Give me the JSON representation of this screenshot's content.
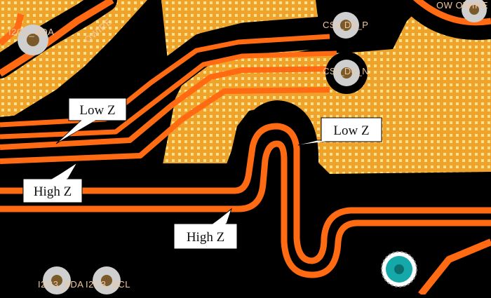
{
  "colors": {
    "copper_pour": "#f0a32a",
    "copper_trace": "#ff6a12",
    "substrate": "#000000",
    "pad_ring": "#cfcfcf",
    "pad_center": "#7a5a2a",
    "via_fill": "#15a8a8",
    "silkscreen": "#f2c79a",
    "callout_fill": "#ffffff"
  },
  "silkscreen": {
    "owire": "OWIRE",
    "i2c1_sda": "I2C1_SDA",
    "csi_d0_p": "CSI_D0_P",
    "csi_d0_n": "CSI_D0_N",
    "ow_owire": "OW  OWIRE",
    "i2c3_sda": "I2C3_SDA",
    "i2c3_scl": "I2C3_SCL"
  },
  "callouts": {
    "low_z_left": "Low Z",
    "low_z_right": "Low Z",
    "high_z_left": "High Z",
    "high_z_bottom": "High Z"
  }
}
